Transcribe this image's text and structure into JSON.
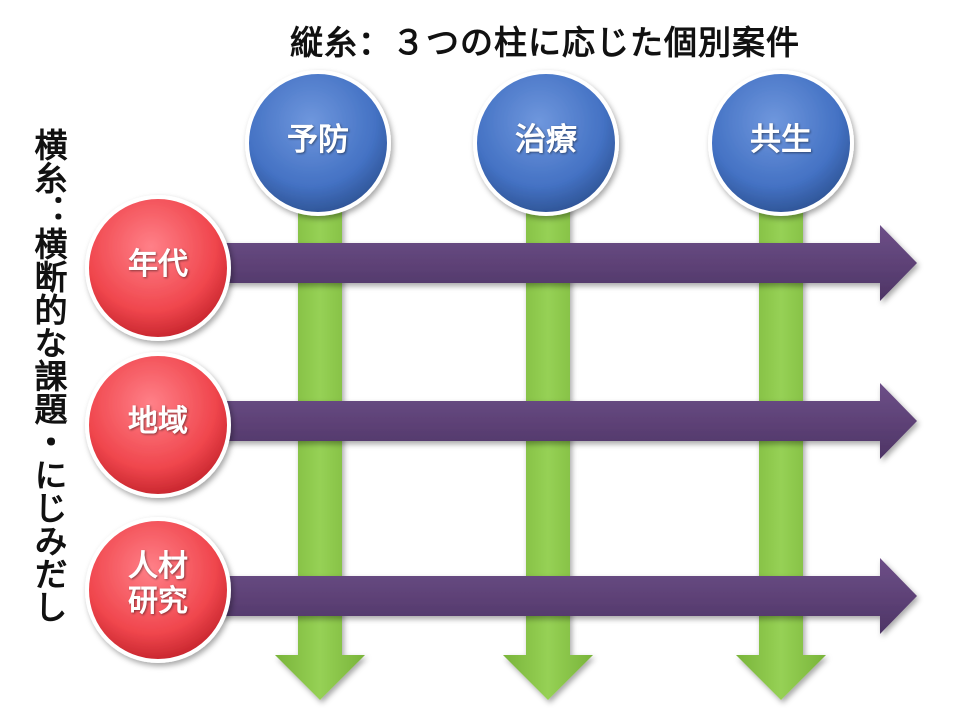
{
  "top_title": "縦糸：３つの柱に応じた個別案件",
  "side_title": "横糸：横断的な課題・にじみだし",
  "pillars": [
    {
      "label": "予防"
    },
    {
      "label": "治療"
    },
    {
      "label": "共生"
    }
  ],
  "rows": [
    {
      "label_lines": [
        "年代"
      ]
    },
    {
      "label_lines": [
        "地域"
      ]
    },
    {
      "label_lines": [
        "人材",
        "研究"
      ]
    }
  ],
  "colors": {
    "pillar_circle": "#4472c4",
    "row_circle": "#f0464d",
    "vertical_arrow": "#8cc84b",
    "horizontal_arrow": "#5e4277",
    "circle_border": "#ffffff"
  }
}
